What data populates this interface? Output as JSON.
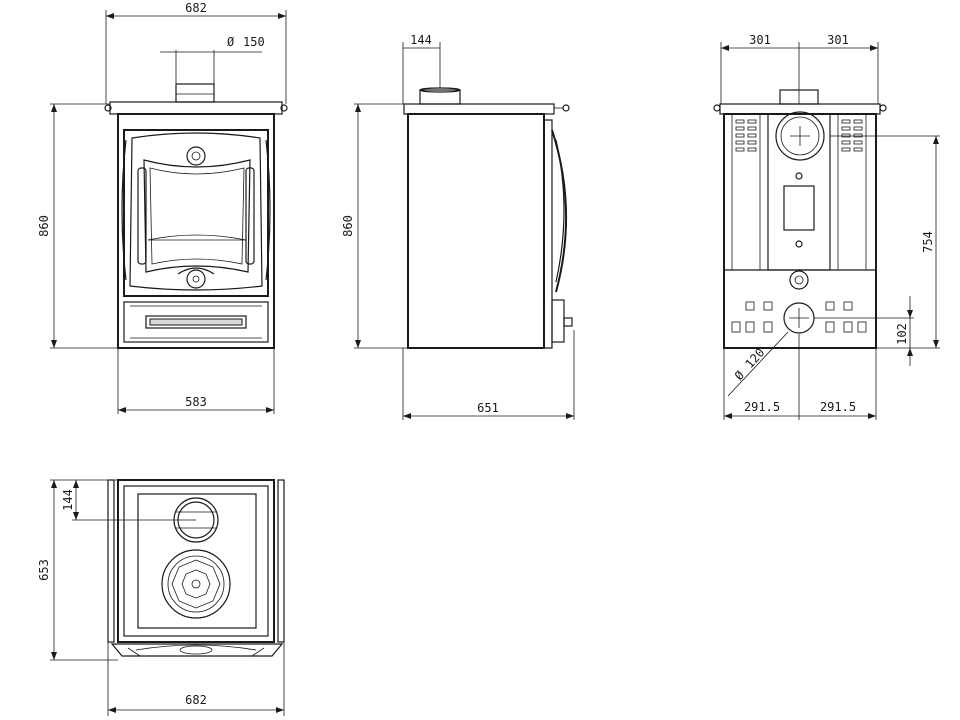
{
  "dimensions": {
    "front_top_width": "682",
    "front_flue_diameter_symbol": "Ø",
    "front_flue_diameter": "150",
    "front_height": "860",
    "front_base_width": "583",
    "side_flue_offset": "144",
    "side_height": "860",
    "side_depth": "651",
    "back_left_half": "301",
    "back_right_half": "301",
    "back_flue_height": "754",
    "back_air_inlet_height": "102",
    "back_air_inlet_diameter_symbol": "Ø",
    "back_air_inlet_diameter": "120",
    "back_bottom_left": "291.5",
    "back_bottom_right": "291.5",
    "top_flue_offset": "144",
    "top_depth": "653",
    "top_width": "682"
  }
}
